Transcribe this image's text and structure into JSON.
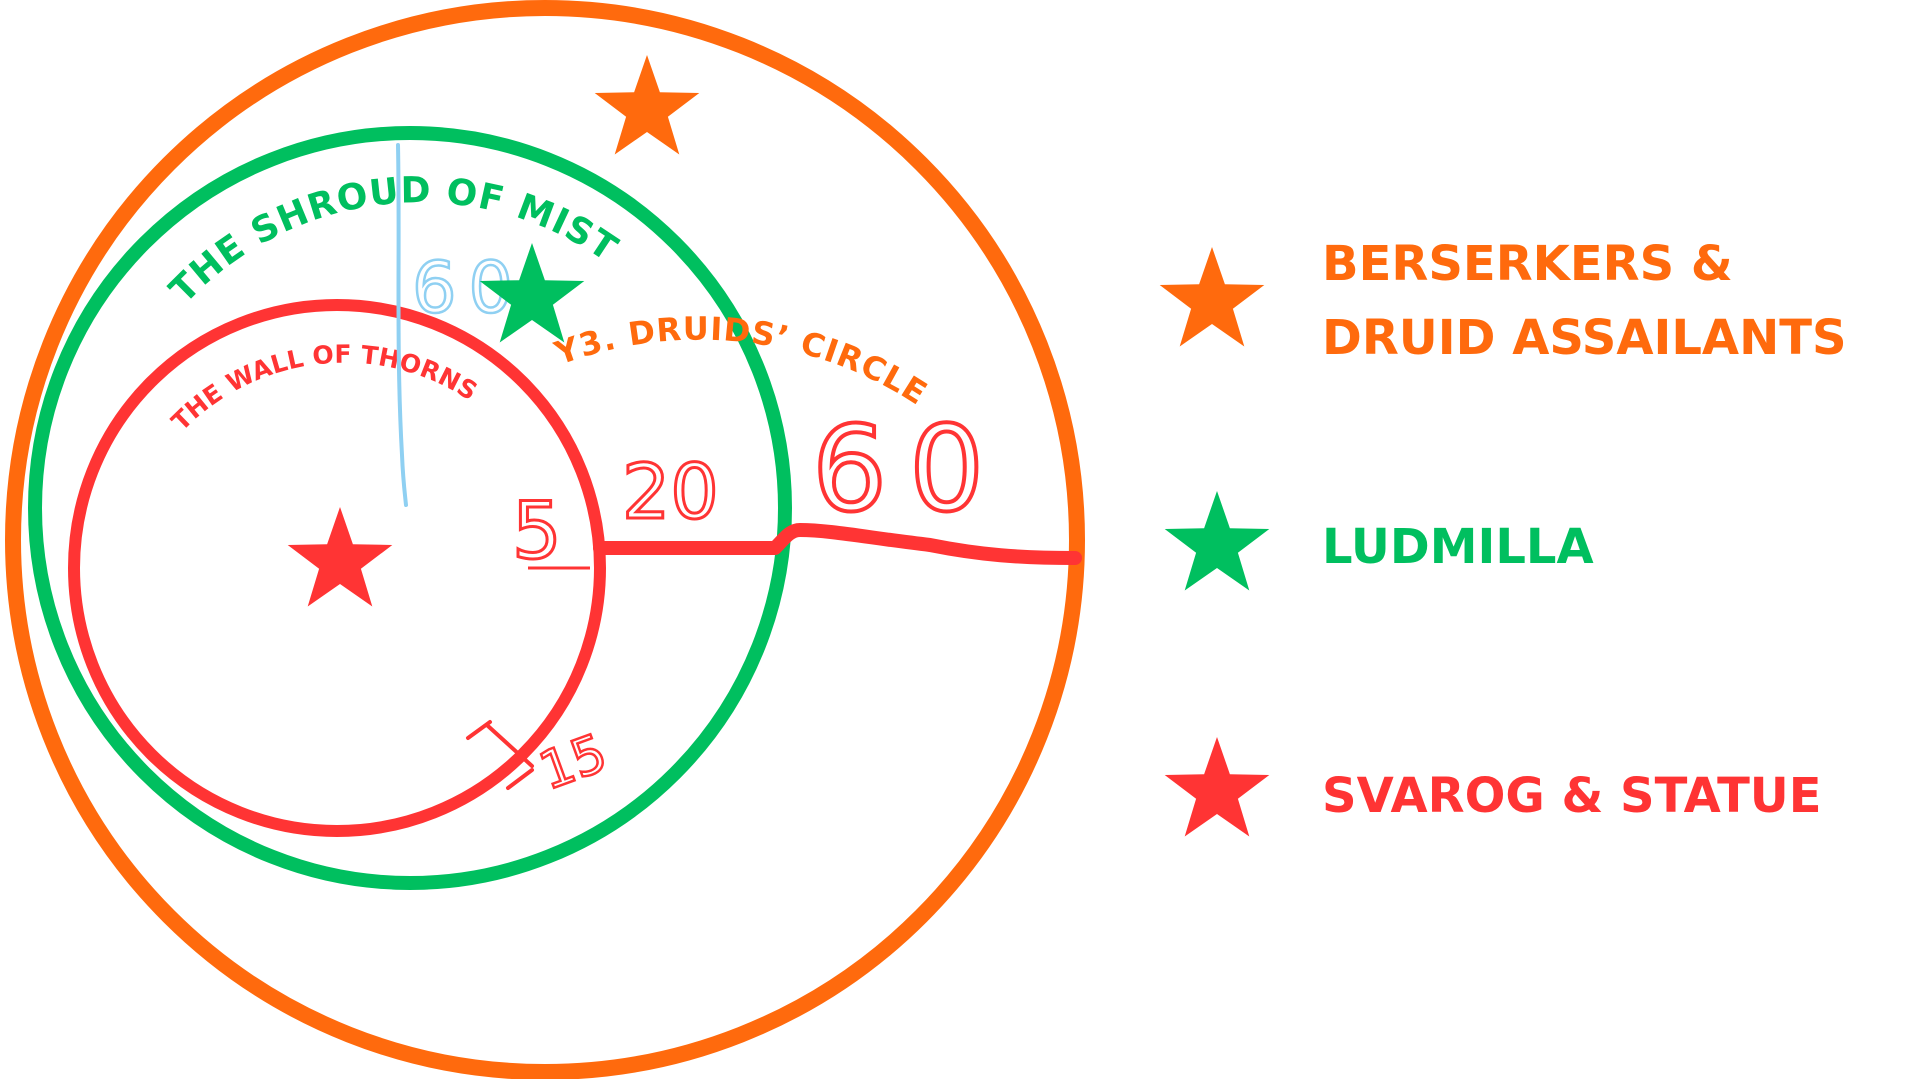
{
  "colors": {
    "orange": "#FF6A0D",
    "green": "#00BF5F",
    "red": "#FF3434",
    "light_blue": "#8FD0F2",
    "background": "#FFFFFF"
  },
  "rings": {
    "outer": {
      "label": "Y3. DRUIDS’ CIRCLE"
    },
    "middle": {
      "label": "THE SHROUD OF MIST"
    },
    "inner": {
      "label": "THE WALL OF THORNS"
    }
  },
  "measurements": {
    "inner_radius": "5",
    "middle_gap": "20",
    "outer_gap": "60",
    "wall_thickness": "15",
    "vertical": "60"
  },
  "legend": [
    {
      "icon": "star-icon",
      "color": "#FF6A0D",
      "lines": [
        "BERSERKERS &",
        "DRUID ASSAILANTS"
      ]
    },
    {
      "icon": "star-icon",
      "color": "#00BF5F",
      "lines": [
        "LUDMILLA"
      ]
    },
    {
      "icon": "star-icon",
      "color": "#FF3434",
      "lines": [
        "SVAROG & STATUE"
      ]
    }
  ]
}
